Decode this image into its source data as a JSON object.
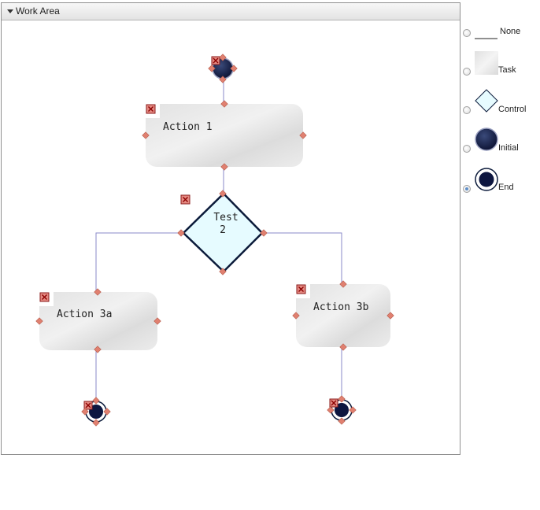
{
  "work_area": {
    "title": "Work Area",
    "nodes": {
      "action1": "Action 1",
      "test2_line1": "Test",
      "test2_line2": "2",
      "action3a": "Action 3a",
      "action3b": "Action 3b"
    }
  },
  "palette": {
    "items": [
      {
        "label": "None",
        "icon": "line-icon",
        "selected": false
      },
      {
        "label": "Task",
        "icon": "task-icon",
        "selected": false
      },
      {
        "label": "Control",
        "icon": "diamond-icon",
        "selected": false
      },
      {
        "label": "Initial",
        "icon": "initial-node-icon",
        "selected": false
      },
      {
        "label": "End",
        "icon": "end-node-icon",
        "selected": true
      }
    ]
  },
  "colors": {
    "connector": "#8a8ac8",
    "port": "#e08070",
    "node_dark": "#0d1640",
    "diamond_fill": "#e6fbff"
  }
}
